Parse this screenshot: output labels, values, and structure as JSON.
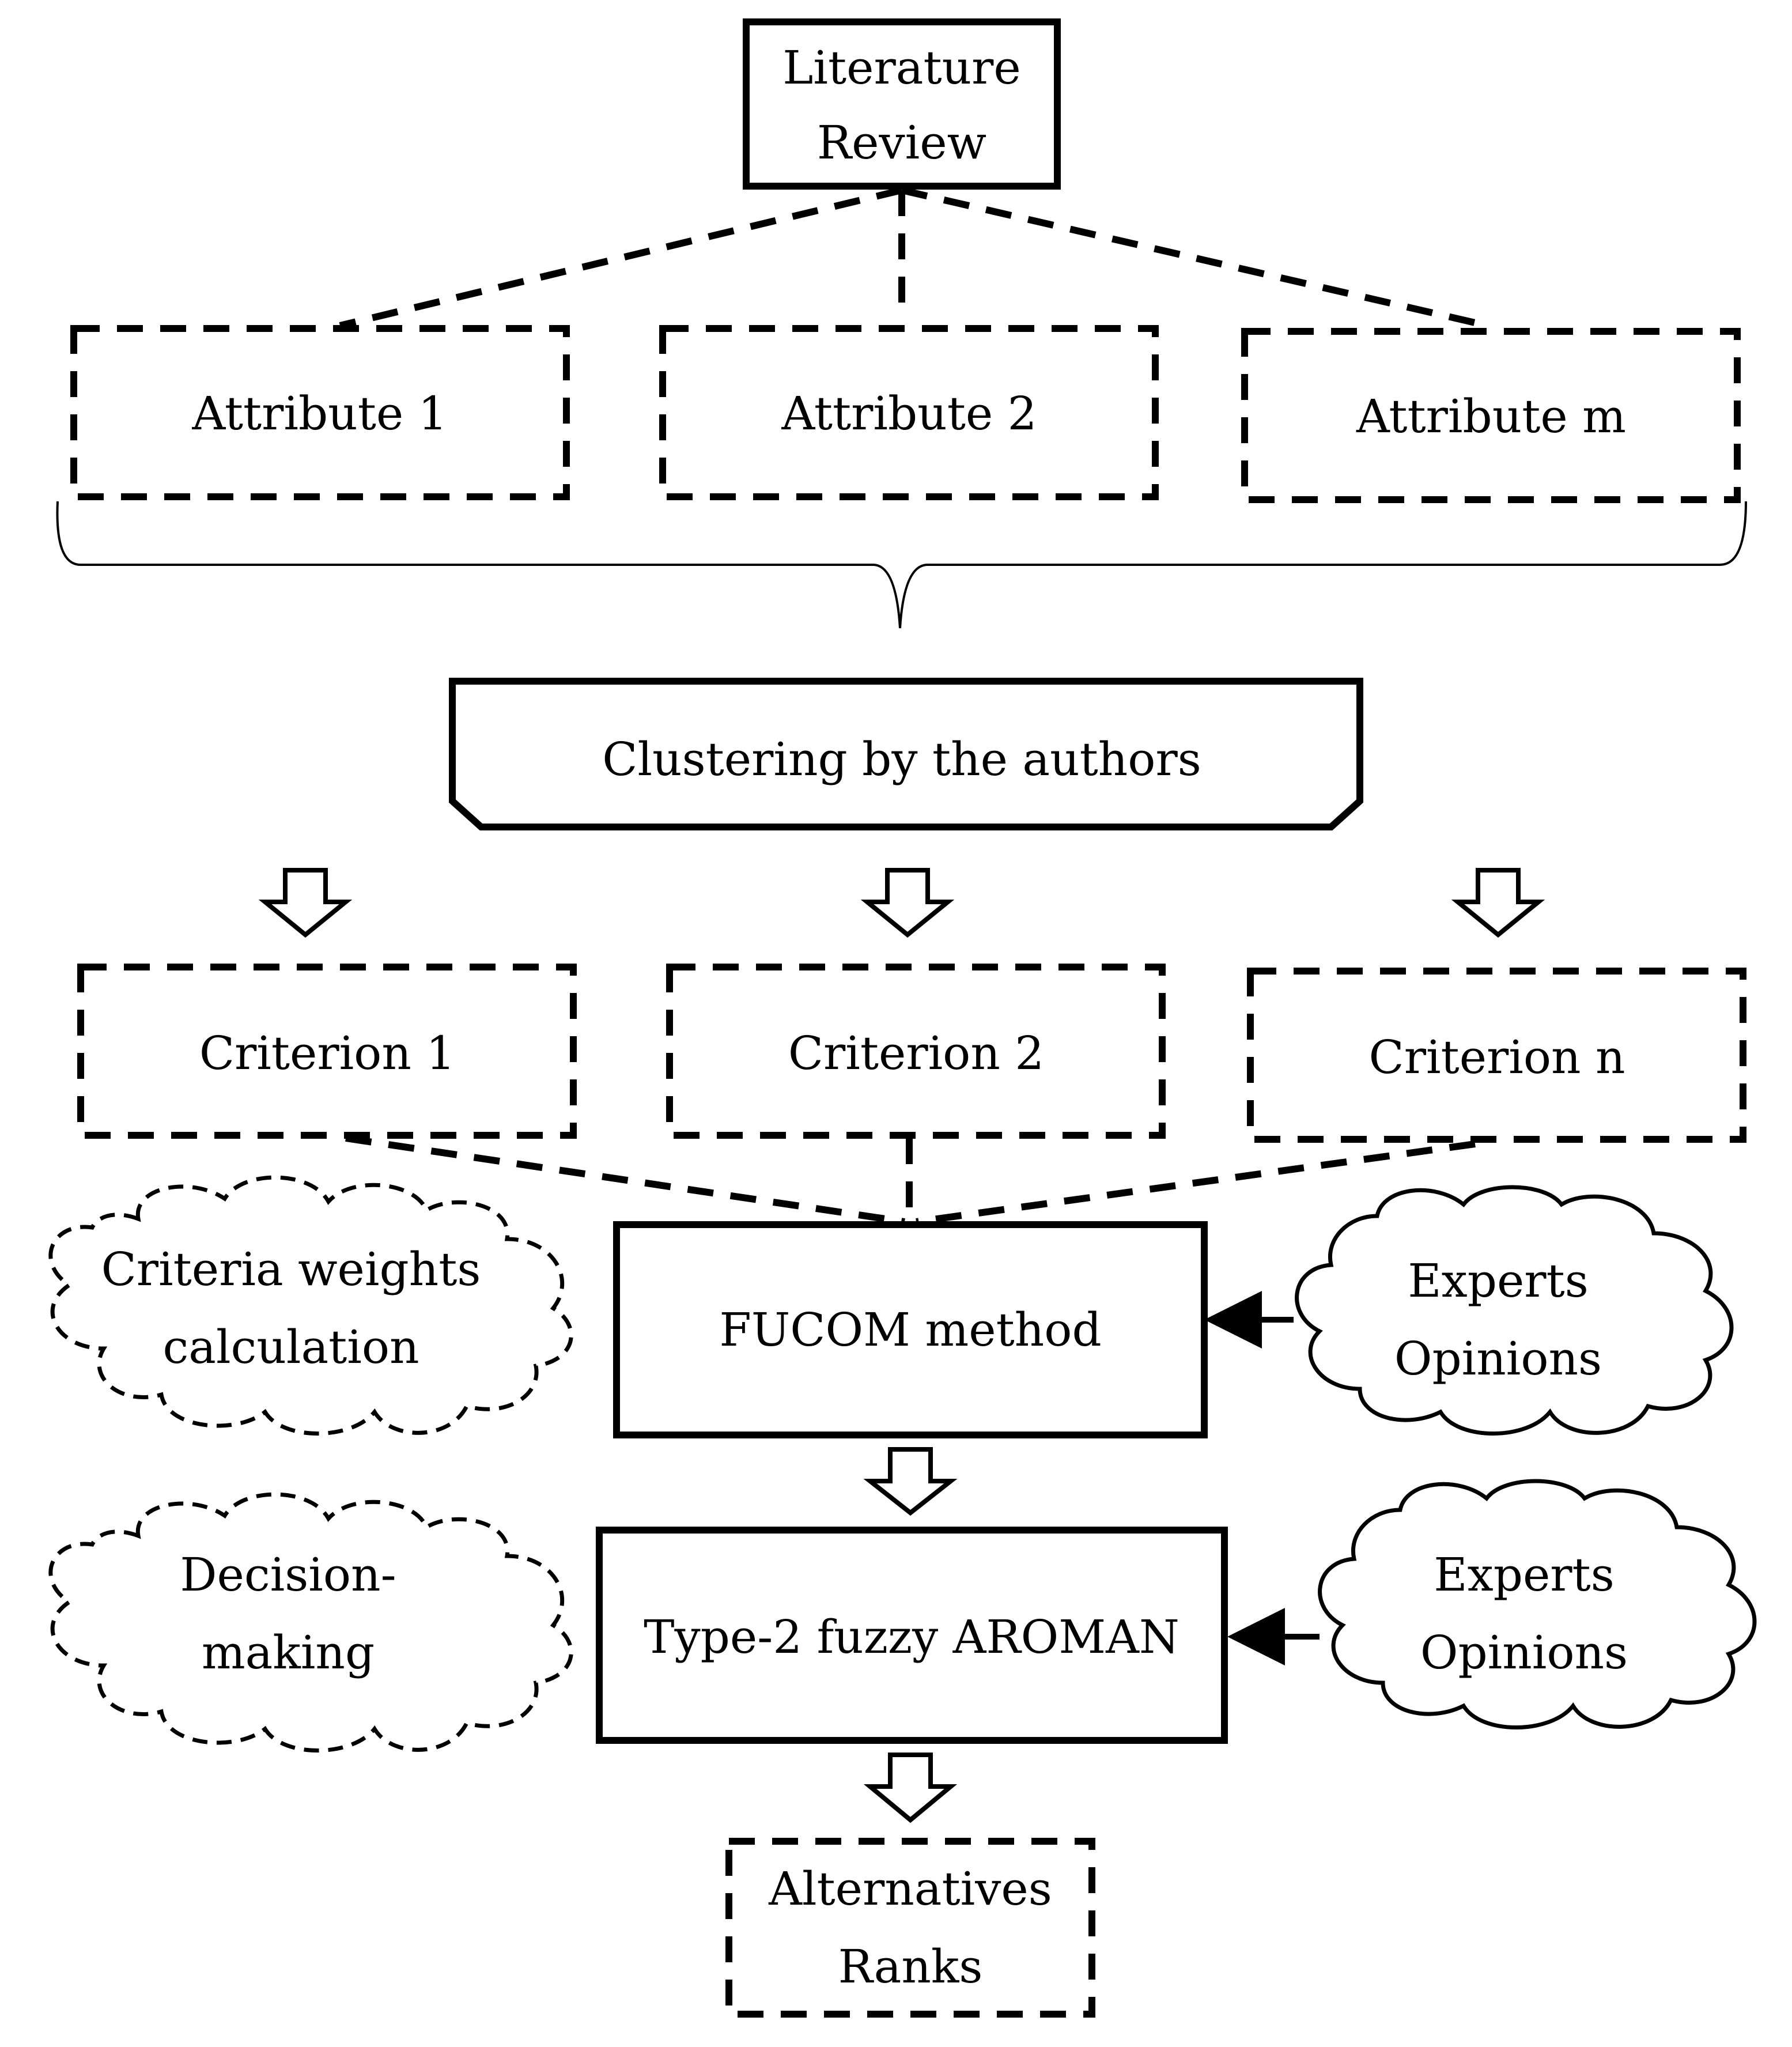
{
  "colors": {
    "ink": "#000000",
    "background": "#ffffff"
  },
  "nodes": {
    "literature_review": {
      "line1": "Literature",
      "line2": "Review"
    },
    "attributes": [
      "Attribute 1",
      "Attribute 2",
      "Attribute m"
    ],
    "clustering": "Clustering by the authors",
    "criteria": [
      "Criterion 1",
      "Criterion 2",
      "Criterion n"
    ],
    "fucom": "FUCOM method",
    "aroman": "Type-2 fuzzy AROMAN",
    "criteria_weights_cloud": {
      "line1": "Criteria weights",
      "line2": "calculation"
    },
    "decision_cloud": {
      "line1": "Decision-",
      "line2": "making"
    },
    "experts_1": {
      "line1": "Experts",
      "line2": "Opinions"
    },
    "experts_2": {
      "line1": "Experts",
      "line2": "Opinions"
    },
    "alternatives": {
      "line1": "Alternatives",
      "line2": "Ranks"
    }
  }
}
